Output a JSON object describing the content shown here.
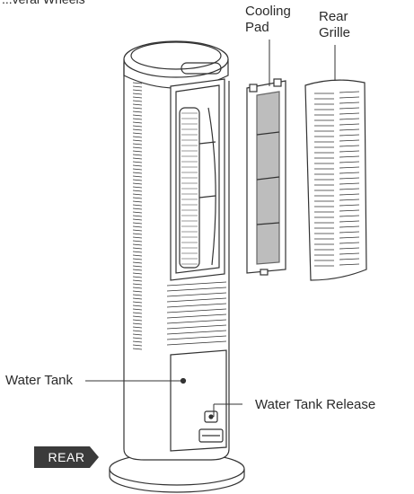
{
  "caption_fragment": "...veral Wheels",
  "labels": {
    "cooling_pad": [
      "Cooling",
      "Pad"
    ],
    "rear_grille": [
      "Rear",
      "Grille"
    ],
    "water_tank": "Water Tank",
    "water_tank_release": "Water Tank Release",
    "rear": "REAR"
  },
  "colors": {
    "line": "#333333",
    "badge": "#3b3b3b",
    "pad": "#bdbdbd"
  }
}
